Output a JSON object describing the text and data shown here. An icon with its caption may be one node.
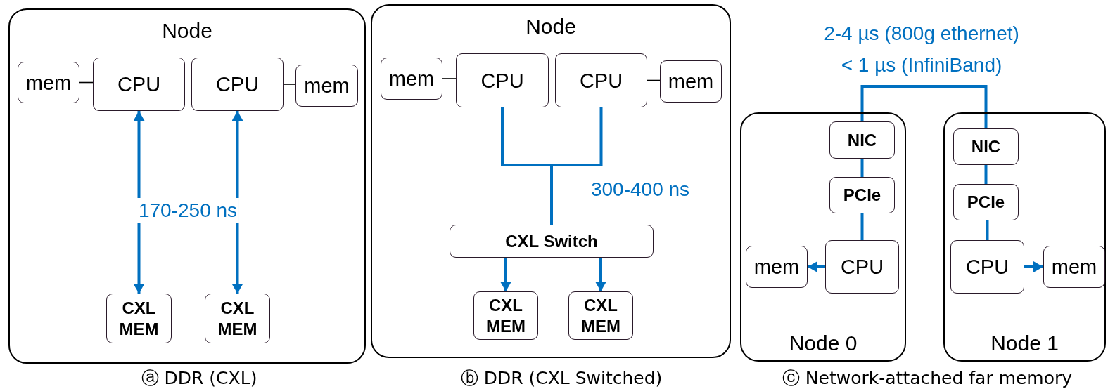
{
  "diagram": {
    "nodes": [
      {
        "text": [
          "Node"
        ]
      },
      {
        "text": [
          "mem"
        ],
        "in": 0
      },
      {
        "text": [
          "CPU"
        ],
        "in": 0
      },
      {
        "text": [
          "CPU"
        ],
        "in": 0
      },
      {
        "text": [
          "mem"
        ],
        "in": 0
      },
      {
        "text": [
          "CXL MEM"
        ],
        "in": 0
      },
      {
        "text": [
          "CXL MEM"
        ],
        "in": 0
      },
      {
        "text": [
          "Node"
        ]
      },
      {
        "text": [
          "mem"
        ],
        "in": 7
      },
      {
        "text": [
          "CPU"
        ],
        "in": 7
      },
      {
        "text": [
          "CPU"
        ],
        "in": 7
      },
      {
        "text": [
          "mem"
        ],
        "in": 7
      },
      {
        "text": [
          "CXL Switch"
        ],
        "in": 7
      },
      {
        "text": [
          "CXL MEM"
        ],
        "in": 7
      },
      {
        "text": [
          "CXL MEM"
        ],
        "in": 7
      },
      {
        "text": [
          "Node 0"
        ]
      },
      {
        "text": [
          "NIC"
        ],
        "in": 15
      },
      {
        "text": [
          "PCIe"
        ],
        "in": 15
      },
      {
        "text": [
          "mem"
        ],
        "in": 15
      },
      {
        "text": [
          "CPU"
        ],
        "in": 15
      },
      {
        "text": [
          "Node 1"
        ]
      },
      {
        "text": [
          "NIC"
        ],
        "in": 20
      },
      {
        "text": [
          "PCIe"
        ],
        "in": 20
      },
      {
        "text": [
          "CPU"
        ],
        "in": 20
      },
      {
        "text": [
          "mem"
        ],
        "in": 20
      }
    ],
    "edges": [
      {
        "from": 1,
        "to": 2,
        "arrow": "none",
        "color": "#000000"
      },
      {
        "from": 3,
        "to": 4,
        "arrow": "none",
        "color": "#000000"
      },
      {
        "from": 2,
        "to": 5,
        "arrow": "both",
        "label": "170-250 ns"
      },
      {
        "from": 3,
        "to": 6,
        "arrow": "both"
      },
      {
        "from": 8,
        "to": 9,
        "arrow": "none",
        "color": "#000000"
      },
      {
        "from": 10,
        "to": 11,
        "arrow": "none",
        "color": "#000000"
      },
      {
        "from": 9,
        "to": 12,
        "arrow": "none"
      },
      {
        "from": 10,
        "to": 12,
        "arrow": "none",
        "label": "300-400 ns"
      },
      {
        "from": 12,
        "to": 13,
        "arrow": "to"
      },
      {
        "from": 12,
        "to": 14,
        "arrow": "to"
      },
      {
        "from": 16,
        "to": 21,
        "arrow": "none"
      },
      {
        "from": 16,
        "to": 17,
        "arrow": "none"
      },
      {
        "from": 17,
        "to": 19,
        "arrow": "none"
      },
      {
        "from": 19,
        "to": 18,
        "arrow": "to"
      },
      {
        "from": 21,
        "to": 22,
        "arrow": "none"
      },
      {
        "from": 22,
        "to": 23,
        "arrow": "none"
      },
      {
        "from": 23,
        "to": 24,
        "arrow": "to"
      }
    ],
    "labels": [
      "2-4 µs (800g ethernet)",
      "< 1 µs (InfiniBand)",
      "ⓐ DDR (CXL)",
      "ⓑ DDR (CXL Switched)",
      "ⓒ Network-attached far memory"
    ]
  }
}
